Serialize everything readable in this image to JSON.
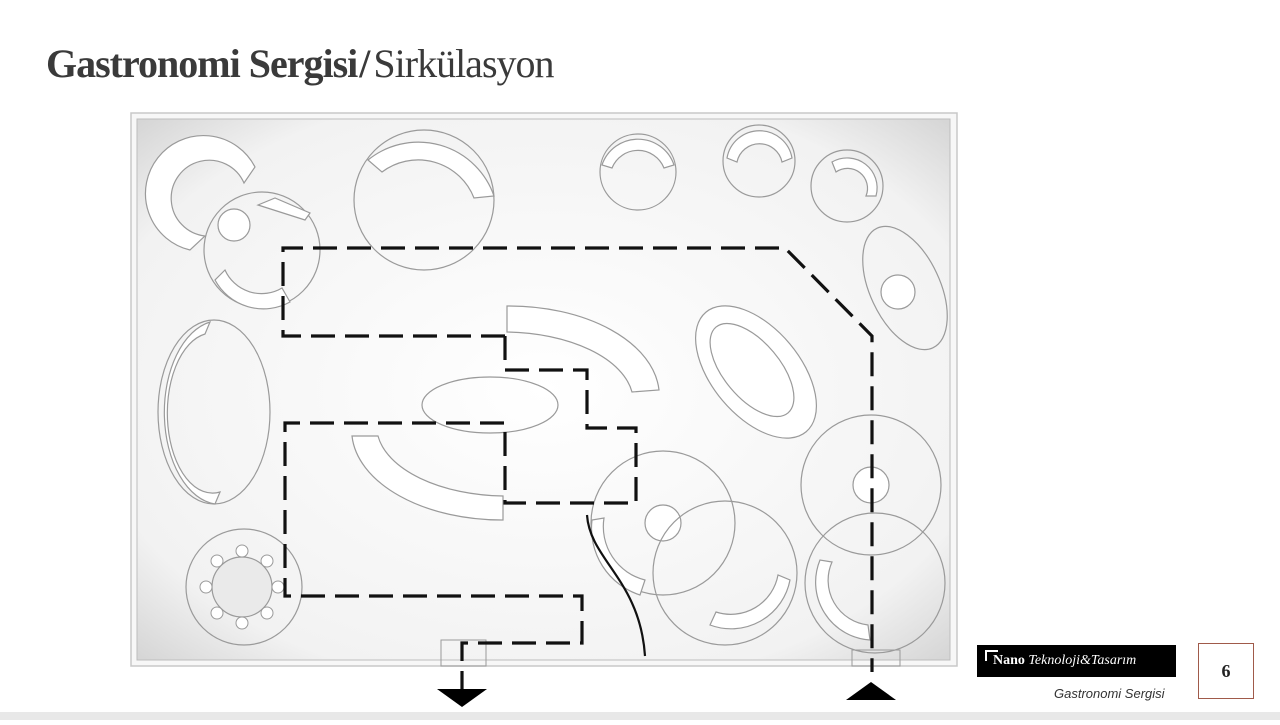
{
  "slide": {
    "title_bold": "Gastronomi Sergisi",
    "title_separator": "/",
    "title_light": "Sirkülasyon"
  },
  "logo": {
    "brand": "Nano",
    "rest": "Teknoloji&Tasarım"
  },
  "footer": {
    "label": "Gastronomi Sergisi",
    "page_number": "6"
  },
  "colors": {
    "path": "#111111",
    "stroke": "#9a9a9a",
    "floor": "#f2f2f2",
    "accent_border": "#a05a4a"
  }
}
